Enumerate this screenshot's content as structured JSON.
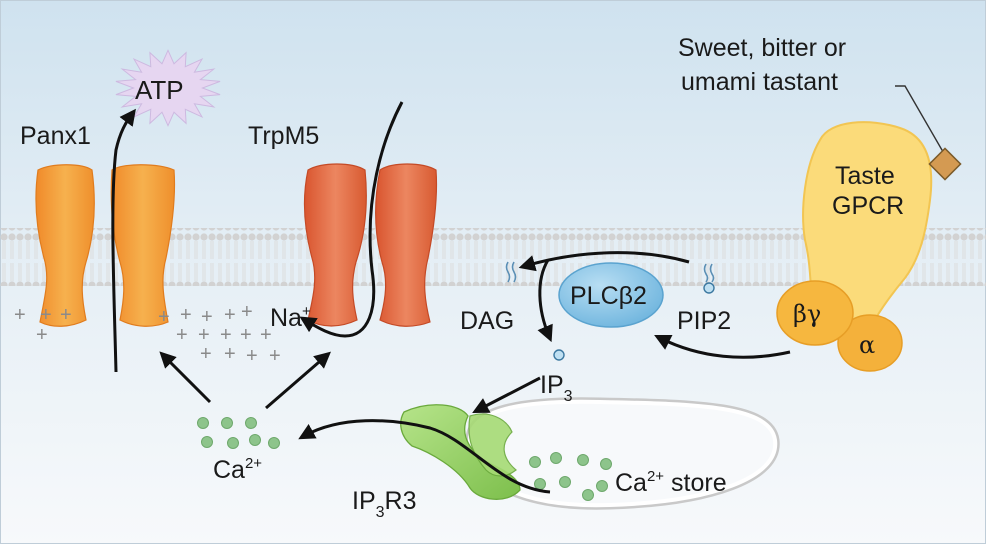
{
  "labels": {
    "atp": "ATP",
    "panx1": "Panx1",
    "trpm5": "TrpM5",
    "tastant_line1": "Sweet, bitter or",
    "tastant_line2": "umami tastant",
    "taste": "Taste",
    "gpcr": "GPCR",
    "na": "Na",
    "na_sup": "+",
    "dag": "DAG",
    "plcb2": "PLCβ2",
    "pip2": "PIP2",
    "beta_gamma": "βγ",
    "alpha": "α",
    "ip3_base": "IP",
    "ip3_sub": "3",
    "ca": "Ca",
    "ca_sup": "2+",
    "ip3r3_base": "IP",
    "ip3r3_sub": "3",
    "ip3r3_suffix": "R3",
    "store_ca": "Ca",
    "store_sup": "2+",
    "store_suffix": " store",
    "plus": "+"
  },
  "colors": {
    "background_top": "#d6e6f1",
    "membrane": "#d4d4d4",
    "panx1": "#f3a23a",
    "trpm5": "#e36a3d",
    "gpcr": "#fbdc7e",
    "g_protein": "#f5b23c",
    "plcb2": "#8ec8e8",
    "ip3r3": "#9fd56a",
    "calcium": "#8fc48d",
    "atp_burst": "#e7d8f1"
  }
}
